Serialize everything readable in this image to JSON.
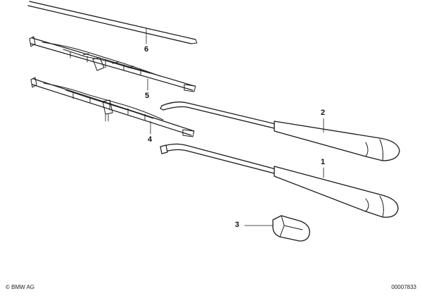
{
  "callouts": {
    "part_1": "1",
    "part_2": "2",
    "part_3": "3",
    "part_4": "4",
    "part_5": "5",
    "part_6": "6"
  },
  "footer": {
    "copyright": "© BMW AG",
    "reference": "00007833"
  },
  "colors": {
    "line": "#1a1a1a",
    "background": "#ffffff"
  }
}
